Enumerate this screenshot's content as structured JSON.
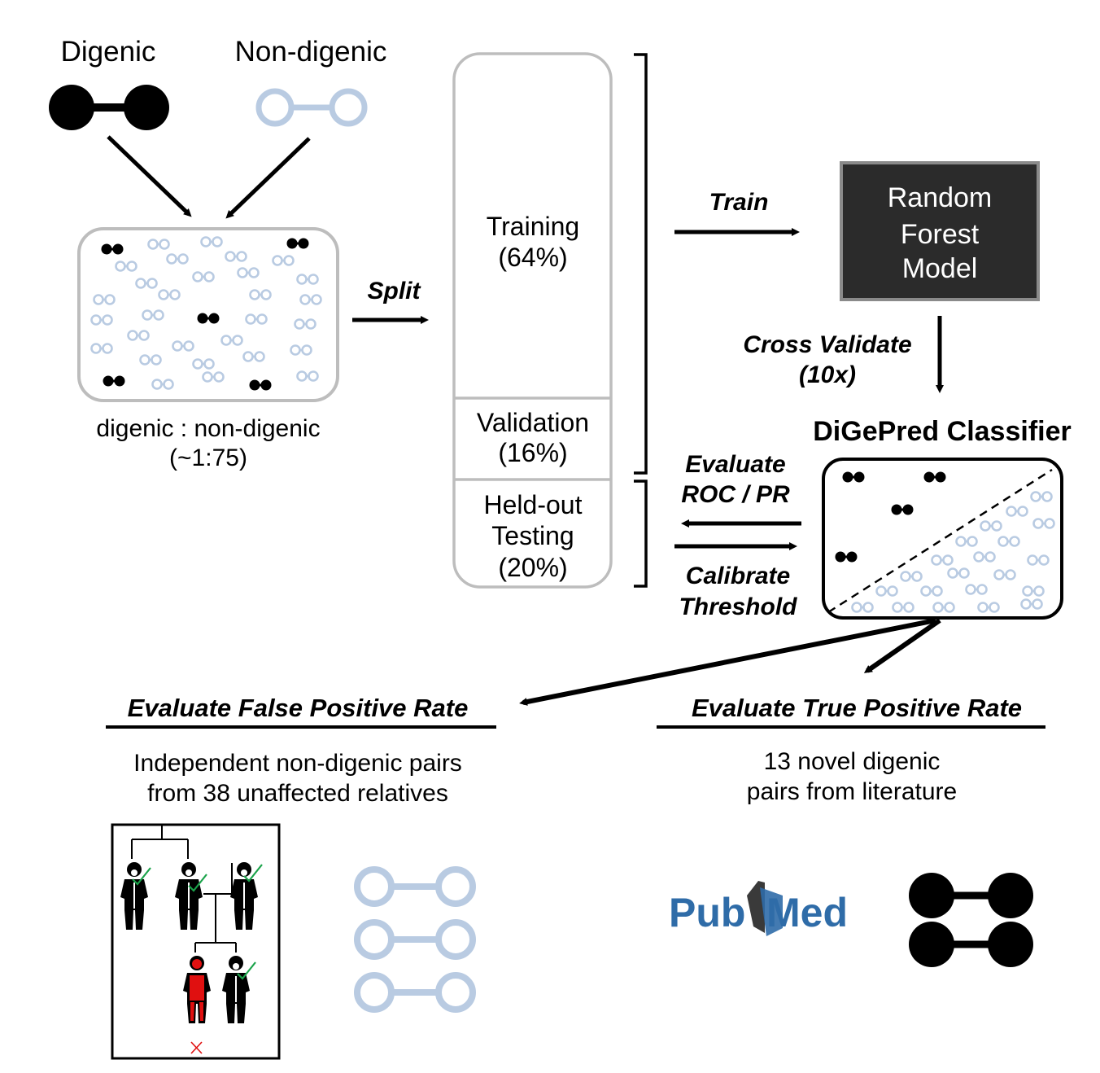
{
  "legend": {
    "digenic": "Digenic",
    "non_digenic": "Non-digenic"
  },
  "pool": {
    "ratio_label": "digenic : non-digenic",
    "ratio_value": "(~1:75)"
  },
  "split_label": "Split",
  "partitions": {
    "training": {
      "label": "Training",
      "pct": "(64%)"
    },
    "validation": {
      "label": "Validation",
      "pct": "(16%)"
    },
    "testing": {
      "label1": "Held-out",
      "label2": "Testing",
      "pct": "(20%)"
    }
  },
  "train_label": "Train",
  "model": {
    "line1": "Random",
    "line2": "Forest",
    "line3": "Model"
  },
  "cross_validate": {
    "line1": "Cross Validate",
    "line2": "(10x)"
  },
  "classifier_title": "DiGePred Classifier",
  "evaluate_roc": {
    "line1": "Evaluate",
    "line2": "ROC / PR"
  },
  "calibrate": {
    "line1": "Calibrate",
    "line2": "Threshold"
  },
  "fpr": {
    "title": "Evaluate False Positive Rate",
    "line1": "Independent non-digenic pairs",
    "line2": "from 38 unaffected relatives"
  },
  "tpr": {
    "title": "Evaluate True Positive Rate",
    "line1": "13 novel digenic",
    "line2": "pairs from literature"
  },
  "pubmed": {
    "part1": "Pub",
    "part2": "Med"
  },
  "colors": {
    "digenic": "#000000",
    "non_digenic": "#b9cbe2",
    "model_bg": "#2b2b2b",
    "check": "#1aa34a",
    "affected": "#e01010",
    "pubmed_blue": "#2f6ca8"
  }
}
